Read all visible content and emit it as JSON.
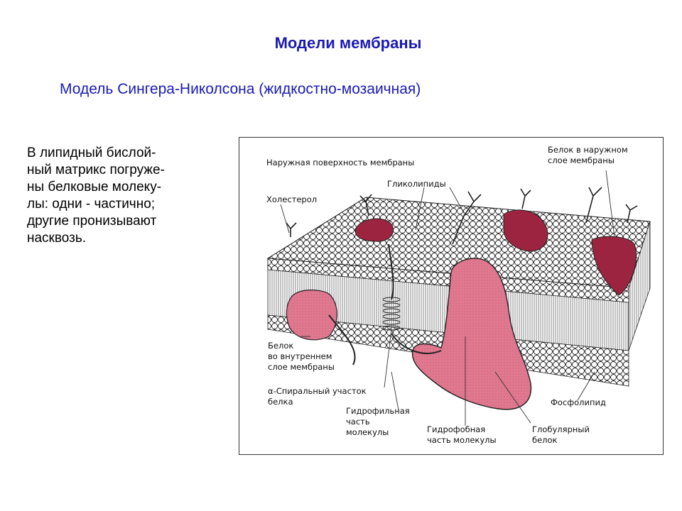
{
  "slide": {
    "title": "Модели мембраны",
    "subtitle": "Модель Сингера-Николсона (жидкостно-мозаичная)",
    "body_lines": [
      "В липидный бислой-",
      "ный матрикс погруже-",
      "ны белковые молеку-",
      "лы: одни - частично;",
      "другие   пронизывают",
      "насквозь."
    ]
  },
  "figure": {
    "labels": {
      "outer_surface": "Наружная поверхность мембраны",
      "outer_protein": [
        "Белок в наружном",
        "слое мембраны"
      ],
      "glycolipids": "Гликолипиды",
      "cholesterol": "Холестерол",
      "inner_protein": [
        "Белок",
        "во внутреннем",
        "слое мембраны"
      ],
      "alpha_helix": [
        "α-Спиральный участок",
        "белка"
      ],
      "hydrophilic": [
        "Гидрофильная",
        "часть",
        "молекулы"
      ],
      "hydrophobic": [
        "Гидрофобная",
        "часть молекулы"
      ],
      "globular": [
        "Глобулярный",
        "белок"
      ],
      "phospholipid": "Фосфолипид"
    }
  },
  "colors": {
    "title": "#1a1ab4",
    "protein_fill": "#e07890",
    "protein_dark": "#8c1a34",
    "head_fill": "#ffffff"
  }
}
